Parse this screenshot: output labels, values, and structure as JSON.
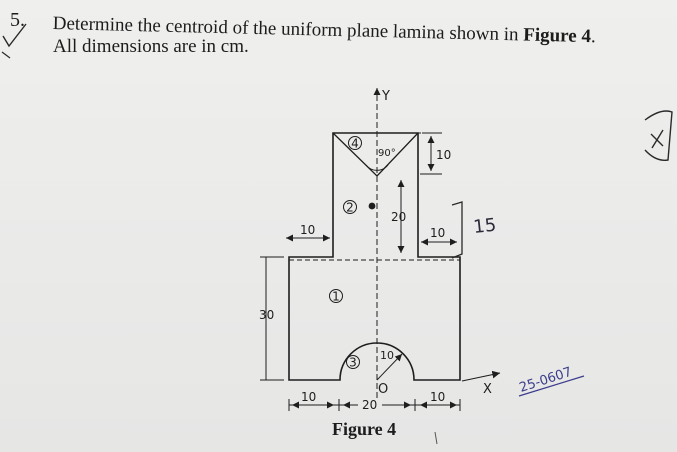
{
  "question": {
    "number": "5.",
    "line1_text": "Determine the centroid of the uniform plane lamina shown in ",
    "line1_ref": "Figure 4",
    "line1_end": ".",
    "line2": "All dimensions are in cm."
  },
  "figure": {
    "caption": "Figure 4",
    "axis_y": "Y",
    "axis_x": "X",
    "origin": "O",
    "angle": "90°",
    "dimensions": {
      "triangle_height": "10",
      "rect_height": "20",
      "right_step": "10",
      "left_step": "10",
      "overall_height": "30",
      "semicircle_radius": "10",
      "bottom_left": "10",
      "bottom_mid": "20",
      "bottom_right": "10"
    },
    "part_labels": [
      "1",
      "2",
      "3",
      "4"
    ],
    "handwritten": {
      "note_15": "15",
      "margin_code": "25-0607"
    },
    "ink_color": "#1e1e1e",
    "pen_color": "#3a3c8c"
  }
}
